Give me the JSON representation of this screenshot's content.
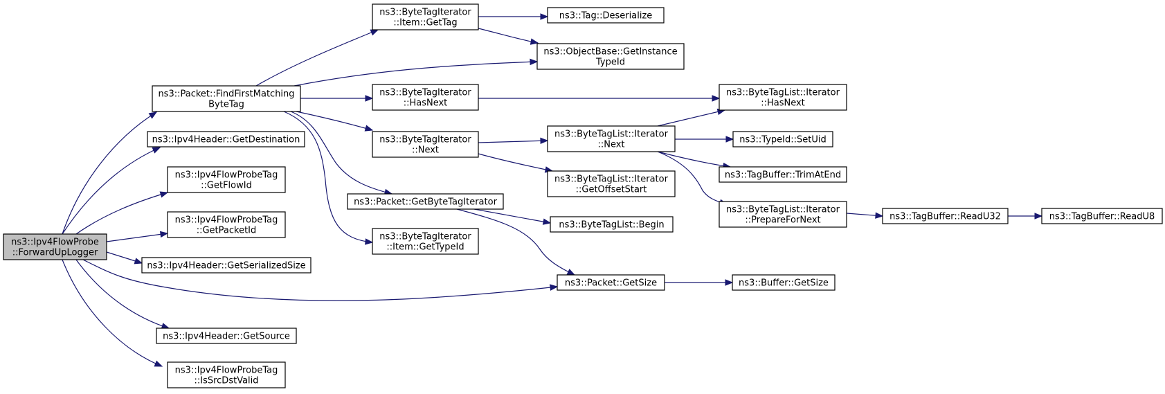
{
  "colors": {
    "edge": "#191970",
    "node_fill": "#ffffff",
    "root_fill": "#bfbfbf",
    "node_stroke": "#000000"
  },
  "nodes": {
    "root": [
      "ns3::Ipv4FlowProbe",
      "::ForwardUpLogger"
    ],
    "find": [
      "ns3::Packet::FindFirstMatching",
      "ByteTag"
    ],
    "getdest": [
      "ns3::Ipv4Header::GetDestination"
    ],
    "getflowid": [
      "ns3::Ipv4FlowProbeTag",
      "::GetFlowId"
    ],
    "getpacketid": [
      "ns3::Ipv4FlowProbeTag",
      "::GetPacketId"
    ],
    "getsersize": [
      "ns3::Ipv4Header::GetSerializedSize"
    ],
    "getsource": [
      "ns3::Ipv4Header::GetSource"
    ],
    "issrcdst": [
      "ns3::Ipv4FlowProbeTag",
      "::IsSrcDstValid"
    ],
    "itemgettag": [
      "ns3::ByteTagIterator",
      "::Item::GetTag"
    ],
    "bti_hasnext": [
      "ns3::ByteTagIterator",
      "::HasNext"
    ],
    "bti_next": [
      "ns3::ByteTagIterator",
      "::Next"
    ],
    "getbtiter": [
      "ns3::Packet::GetByteTagIterator"
    ],
    "itemgettypeid": [
      "ns3::ByteTagIterator",
      "::Item::GetTypeId"
    ],
    "tagdeser": [
      "ns3::Tag::Deserialize"
    ],
    "objbase": [
      "ns3::ObjectBase::GetInstance",
      "TypeId"
    ],
    "btl_hasnext": [
      "ns3::ByteTagList::Iterator",
      "::HasNext"
    ],
    "btl_next": [
      "ns3::ByteTagList::Iterator",
      "::Next"
    ],
    "btl_offset": [
      "ns3::ByteTagList::Iterator",
      "::GetOffsetStart"
    ],
    "btl_begin": [
      "ns3::ByteTagList::Begin"
    ],
    "pkt_getsize": [
      "ns3::Packet::GetSize"
    ],
    "setuid": [
      "ns3::TypeId::SetUid"
    ],
    "trimatend": [
      "ns3::TagBuffer::TrimAtEnd"
    ],
    "preparenext": [
      "ns3::ByteTagList::Iterator",
      "::PrepareForNext"
    ],
    "buf_getsize": [
      "ns3::Buffer::GetSize"
    ],
    "readu32": [
      "ns3::TagBuffer::ReadU32"
    ],
    "readu8": [
      "ns3::TagBuffer::ReadU8"
    ]
  }
}
